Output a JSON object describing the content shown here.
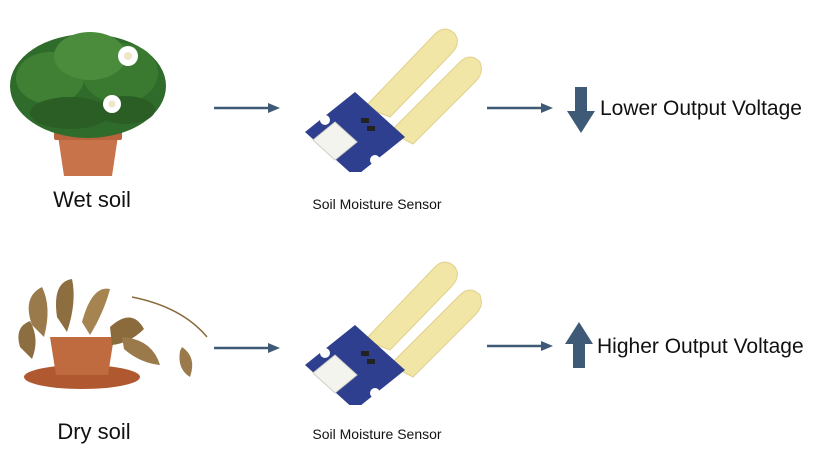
{
  "rows": [
    {
      "plant_label": "Wet soil",
      "plant_state": "healthy-plant",
      "sensor_label": "Soil Moisture Sensor",
      "output_label": "Lower Output Voltage",
      "output_direction": "down"
    },
    {
      "plant_label": "Dry soil",
      "plant_state": "wilted-plant",
      "sensor_label": "Soil Moisture Sensor",
      "output_label": "Higher Output Voltage",
      "output_direction": "up"
    }
  ],
  "colors": {
    "arrow": "#3f5a76",
    "pcb_blue": "#2f3f8f",
    "pcb_gold": "#f2e6a6",
    "pot": "#c8734a",
    "leaf_green": "#2f6b2a",
    "dry_leaf": "#9a7a4a"
  }
}
